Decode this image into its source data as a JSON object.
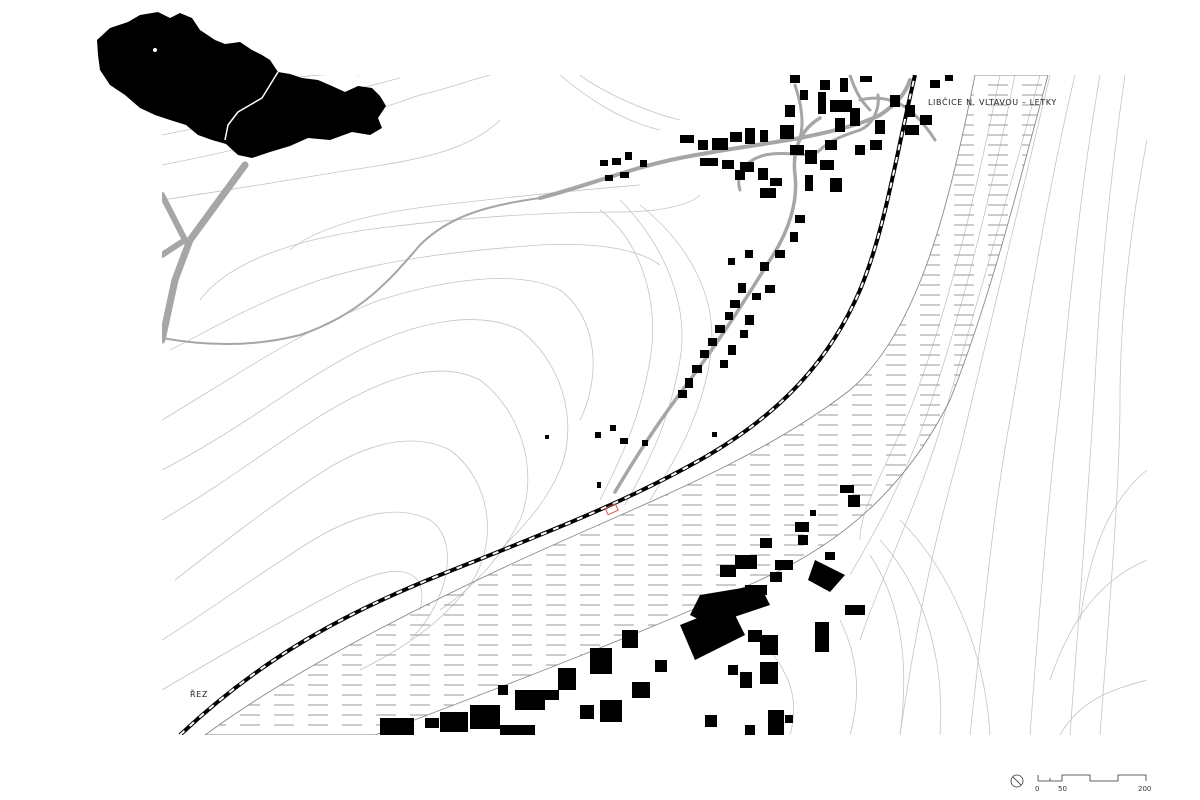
{
  "map": {
    "places": {
      "north": "LIBČICE N. VLTAVOU – LETKY",
      "south": "ŘEZ"
    },
    "scale_bar": {
      "ticks": [
        "0",
        "50",
        "200"
      ]
    },
    "compass": "north-arrow-icon",
    "colors": {
      "background": "#ffffff",
      "buildings": "#000000",
      "roads": "#a6a6a6",
      "contours": "#bdbdbd",
      "railway": "#000000",
      "river_hatch": "#9a9a9a",
      "site_marker": "#d9534f"
    }
  }
}
